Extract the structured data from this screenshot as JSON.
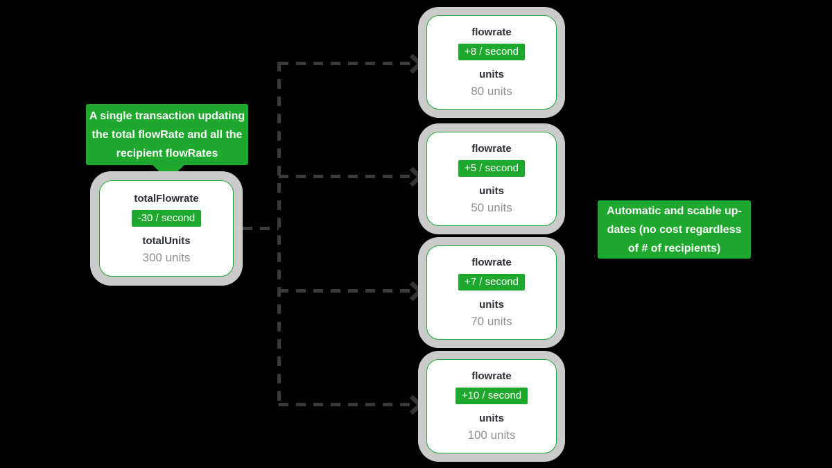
{
  "diagram": {
    "colors": {
      "background": "#000000",
      "accent_green": "#1FA82E",
      "card_outline_grey": "#CBCBCB",
      "card_text_dark": "#2E2E37",
      "card_text_muted": "#8D8D93",
      "connector_dash": "#3A3A3A",
      "badge_text": "#FFFFFF"
    },
    "callout": {
      "lines": [
        "A single transaction updating",
        "the total flowRate and all the",
        "recipient flowRates"
      ]
    },
    "note": {
      "lines": [
        "Automatic and scable up-",
        "dates (no cost regardless",
        "of # of recipients)"
      ]
    },
    "source_card": {
      "flowrate_label": "totalFlowrate",
      "flowrate_badge": "-30 / second",
      "units_label": "totalUnits",
      "units_value": "300 units"
    },
    "recipient_cards": [
      {
        "flowrate_label": "flowrate",
        "flowrate_badge": "+8 / second",
        "units_label": "units",
        "units_value": "80 units"
      },
      {
        "flowrate_label": "flowrate",
        "flowrate_badge": "+5 / second",
        "units_label": "units",
        "units_value": "50 units"
      },
      {
        "flowrate_label": "flowrate",
        "flowrate_badge": "+7 / second",
        "units_label": "units",
        "units_value": "70 units"
      },
      {
        "flowrate_label": "flowrate",
        "flowrate_badge": "+10 / second",
        "units_label": "units",
        "units_value": "100 units"
      }
    ]
  }
}
